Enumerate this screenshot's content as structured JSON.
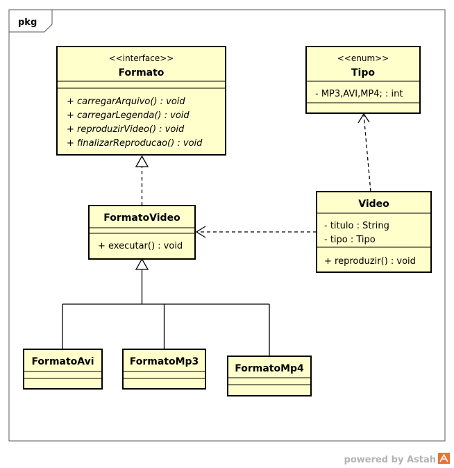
{
  "package": {
    "label": "pkg"
  },
  "classes": {
    "formato": {
      "stereotype": "<<interface>>",
      "name": "Formato",
      "operations": [
        "+ carregarArquivo() : void",
        "+ carregarLegenda() : void",
        "+ reproduzirVideo() : void",
        "+ finalizarReproducao() : void"
      ]
    },
    "tipo": {
      "stereotype": "<<enum>>",
      "name": "Tipo",
      "attributes": [
        "- MP3,AVI,MP4; : int"
      ]
    },
    "formato_video": {
      "name": "FormatoVideo",
      "operations": [
        "+ executar() : void"
      ]
    },
    "video": {
      "name": "Video",
      "attributes": [
        "- titulo : String",
        "- tipo : Tipo"
      ],
      "operations": [
        "+ reproduzir() : void"
      ]
    },
    "formato_avi": {
      "name": "FormatoAvi"
    },
    "formato_mp3": {
      "name": "FormatoMp3"
    },
    "formato_mp4": {
      "name": "FormatoMp4"
    }
  },
  "footer": {
    "powered_by": "powered by Astah",
    "logo_icon": "astah-logo-icon"
  },
  "colors": {
    "class_fill": "#ffffcc",
    "logo": "#e8723a",
    "footer_text": "#b3b3b3"
  }
}
